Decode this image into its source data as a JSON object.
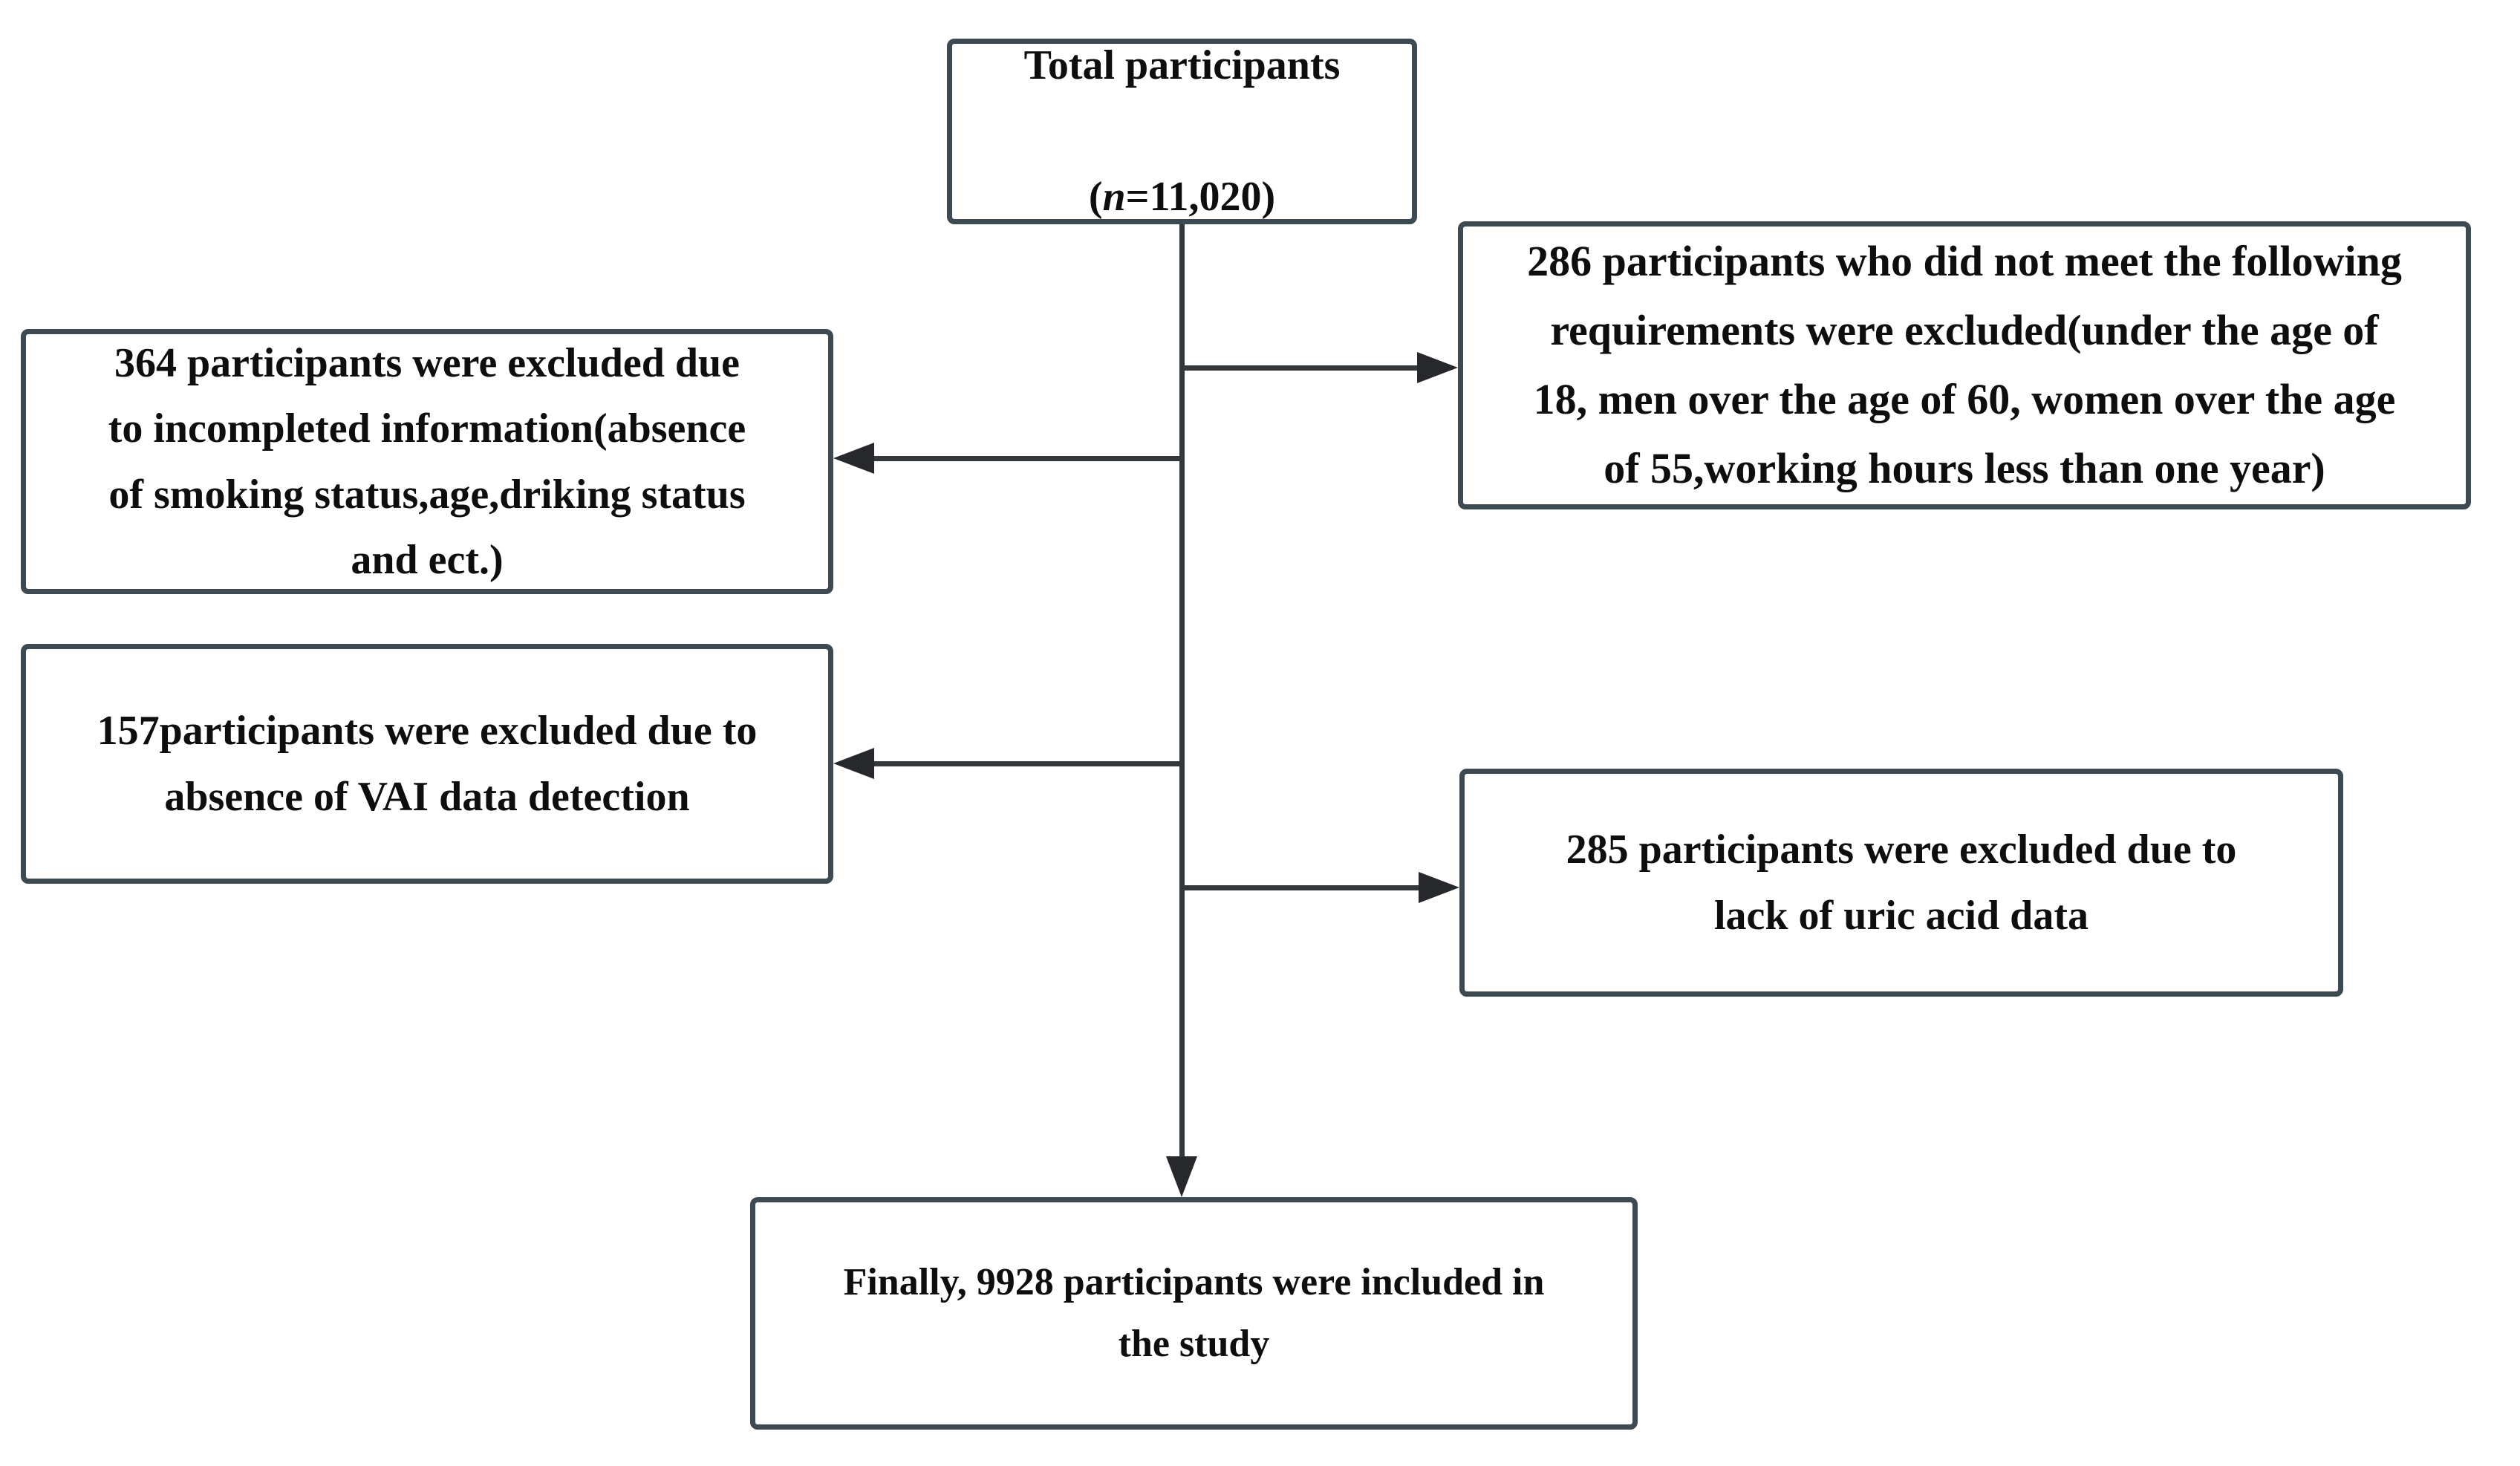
{
  "colors": {
    "background": "#ffffff",
    "box_border": "#3e4a52",
    "arrow_line": "#35383a",
    "arrow_head": "#26282b",
    "text": "#0e0e0e"
  },
  "nodes": {
    "total": {
      "line1": "Total participants",
      "paren_open": "(",
      "n_italic": "n",
      "paren_rest": "=11,020)"
    },
    "excluded_requirements": {
      "lines": [
        "286 participants who did not meet the following",
        "requirements were excluded(under the age of",
        "18, men over the age of 60, women over the age",
        "of 55,working hours less than one year)"
      ]
    },
    "excluded_incomplete": {
      "lines": [
        "364 participants were excluded due",
        "to incompleted information(absence",
        "of smoking status,age,driking status",
        "and ect.)"
      ]
    },
    "excluded_vai": {
      "lines": [
        "157participants were excluded due to",
        "absence of VAI data detection"
      ]
    },
    "excluded_uric": {
      "lines": [
        "285 participants were excluded due to",
        "lack of uric acid data"
      ]
    },
    "final_included": {
      "lines": [
        "Finally, 9928 participants were included in",
        "the study"
      ]
    }
  }
}
